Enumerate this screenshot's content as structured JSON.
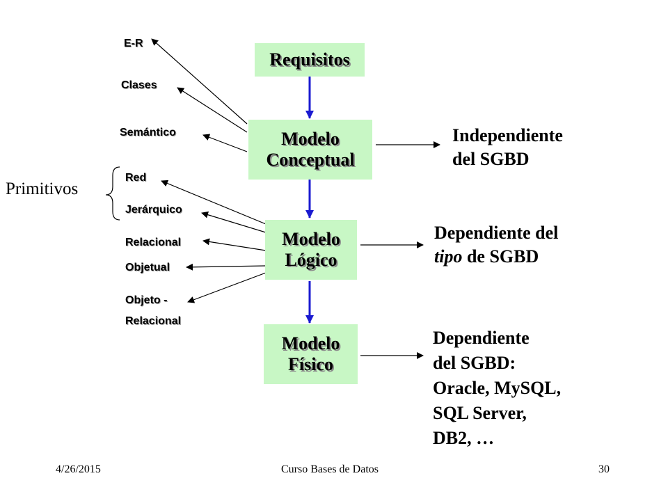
{
  "boxes": {
    "requisitos": "Requisitos",
    "conceptual_1": "Modelo",
    "conceptual_2": "Conceptual",
    "logico_1": "Modelo",
    "logico_2": "Lógico",
    "fisico_1": "Modelo",
    "fisico_2": "Físico"
  },
  "conceptual_models": [
    "E-R",
    "Clases",
    "Semántico"
  ],
  "logical_models": [
    "Red",
    "Jerárquico",
    "Relacional",
    "Objetual",
    "Objeto -",
    "Relacional"
  ],
  "primitivos": "Primitivos",
  "descriptions": {
    "conceptual_1": "Independiente",
    "conceptual_2": "del SGBD",
    "logico_1": "Dependiente del",
    "logico_2_italic": "tipo",
    "logico_2_rest": " de SGBD",
    "fisico": [
      "Dependiente",
      "del SGBD:",
      "Oracle, MySQL,",
      "SQL Server,",
      "DB2, …"
    ]
  },
  "footer": {
    "date": "4/26/2015",
    "course": "Curso Bases de Datos",
    "page": "30"
  },
  "colors": {
    "box_fill": "#c8f7c5",
    "flow_arrow": "#1a1ad0",
    "line": "#000000"
  }
}
